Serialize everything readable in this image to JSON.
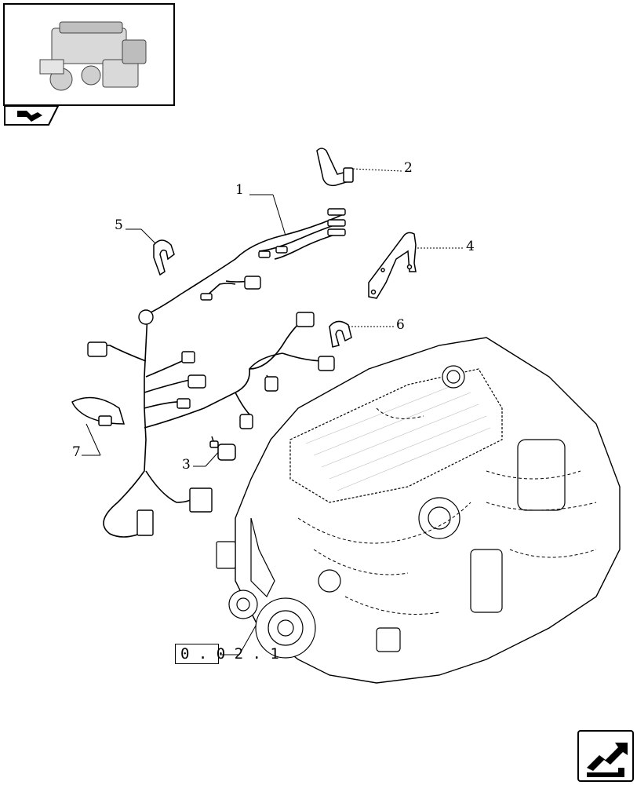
{
  "callouts": {
    "c1": "1",
    "c2": "2",
    "c3": "3",
    "c4": "4",
    "c5": "5",
    "c6": "6",
    "c7": "7"
  },
  "reference": {
    "code": "0 . 0 2 . 1"
  },
  "icons": {
    "thumbnail": "engine-thumbnail-icon",
    "section_tab": "section-arrow-icon",
    "next_page": "next-page-arrow-icon"
  }
}
